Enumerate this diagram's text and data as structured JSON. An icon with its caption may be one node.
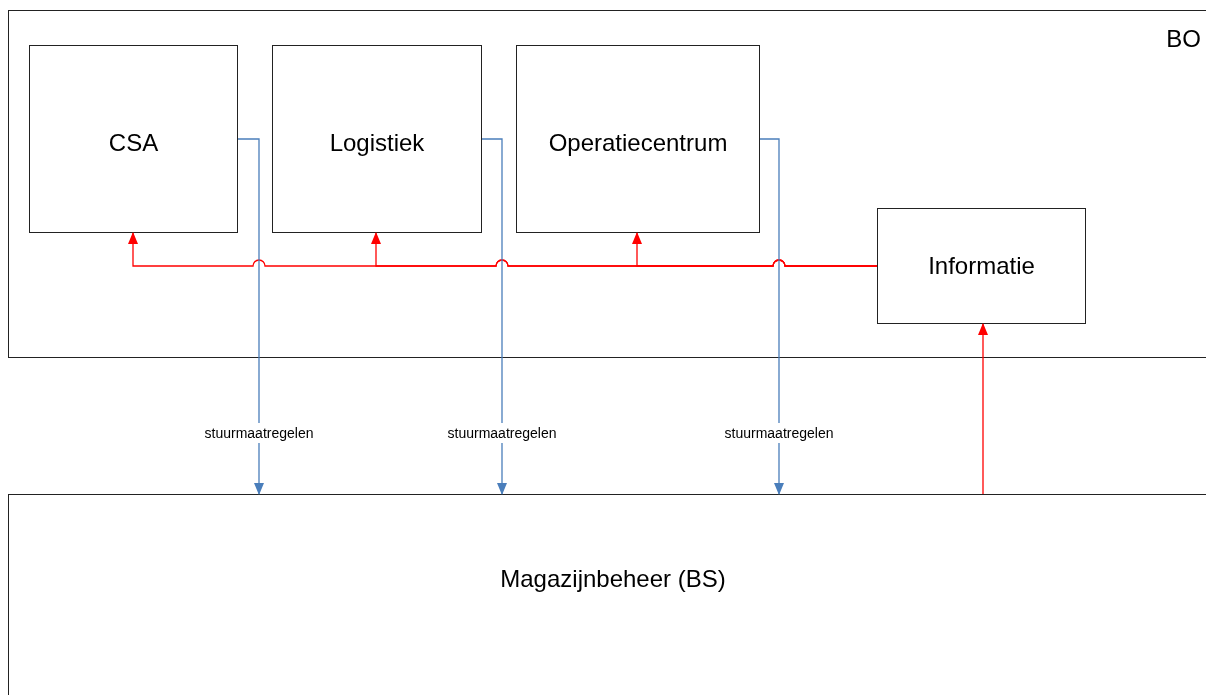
{
  "diagram": {
    "nodes": [
      {
        "text": [
          "BO"
        ]
      },
      {
        "text": [
          "CSA"
        ],
        "in": 0
      },
      {
        "text": [
          "Logistiek"
        ],
        "in": 0
      },
      {
        "text": [
          "Operatiecentrum"
        ],
        "in": 0
      },
      {
        "text": [
          "Informatie"
        ],
        "in": 0
      },
      {
        "text": [
          "Magazijnbeheer (BS)"
        ]
      }
    ],
    "edges": [
      {
        "from": 4,
        "to": 1,
        "arrow": "to",
        "color": "#ff0000"
      },
      {
        "from": 4,
        "to": 2,
        "arrow": "to",
        "color": "#ff0000"
      },
      {
        "from": 4,
        "to": 3,
        "arrow": "to",
        "color": "#ff0000"
      },
      {
        "from": 5,
        "to": 4,
        "arrow": "to",
        "color": "#ff0000"
      },
      {
        "from": 1,
        "to": 5,
        "arrow": "to",
        "label": "stuurmaatregelen",
        "color": "#4a7ebb"
      },
      {
        "from": 2,
        "to": 5,
        "arrow": "to",
        "label": "stuurmaatregelen",
        "color": "#4a7ebb"
      },
      {
        "from": 3,
        "to": 5,
        "arrow": "to",
        "label": "stuurmaatregelen",
        "color": "#4a7ebb"
      }
    ]
  }
}
